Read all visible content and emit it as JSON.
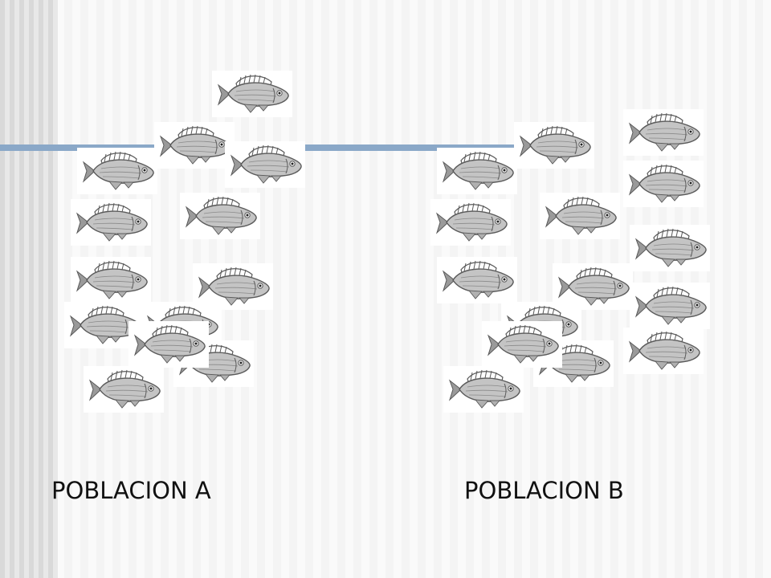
{
  "slide": {
    "labels": {
      "population_a": "POBLACION A",
      "population_b": "POBLACION B"
    },
    "population_a_fish_count": 13,
    "population_b_fish_count": 15,
    "icon": "fish-icon",
    "colors": {
      "rule": "#8aa8c8",
      "fish_ink": "#5a5a5a",
      "text": "#111111"
    }
  }
}
